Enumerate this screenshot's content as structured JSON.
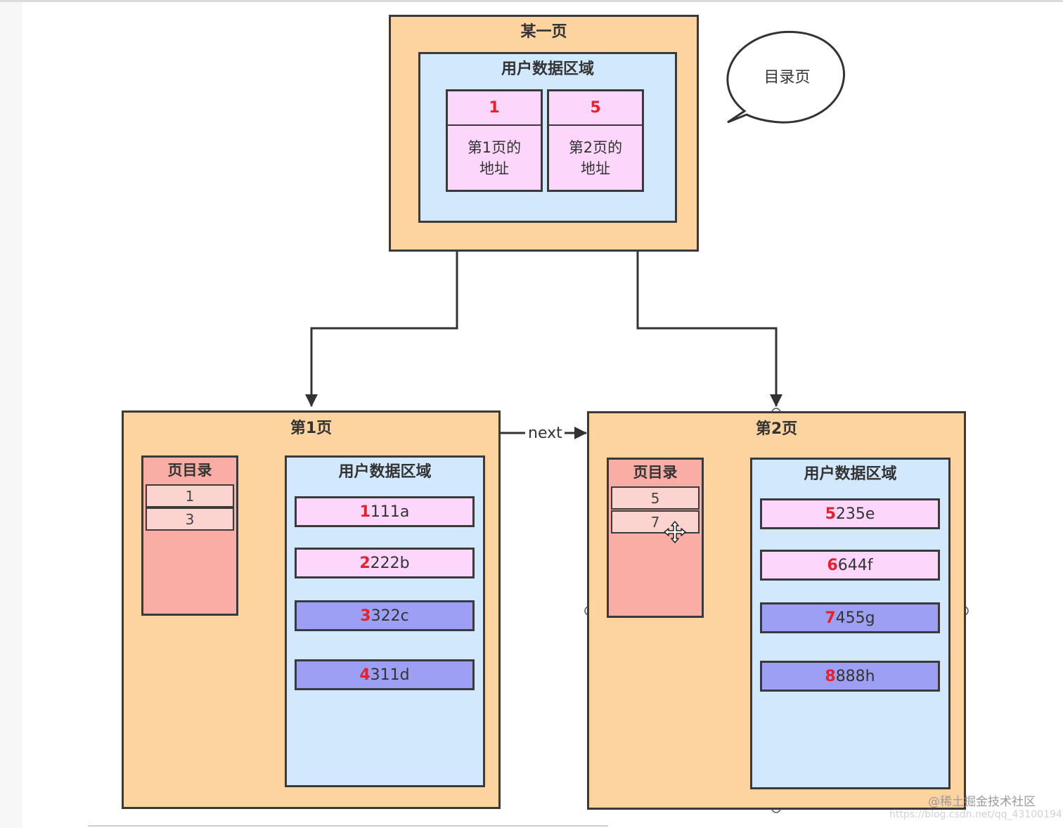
{
  "directory_page": {
    "title": "某一页",
    "region_title": "用户数据区域",
    "cells": [
      {
        "key": "1",
        "text": "第1页的\n地址"
      },
      {
        "key": "5",
        "text": "第2页的\n地址"
      }
    ]
  },
  "callout": {
    "label": "目录页"
  },
  "link": {
    "label": "next"
  },
  "page1": {
    "title": "第1页",
    "dir_title": "页目录",
    "dir_entries": [
      "1",
      "3"
    ],
    "region_title": "用户数据区域",
    "records": [
      {
        "key": "1",
        "rest": "111a"
      },
      {
        "key": "2",
        "rest": "222b"
      },
      {
        "key": "3",
        "rest": "322c"
      },
      {
        "key": "4",
        "rest": "311d"
      }
    ]
  },
  "page2": {
    "title": "第2页",
    "dir_title": "页目录",
    "dir_entries": [
      "5",
      "7"
    ],
    "region_title": "用户数据区域",
    "records": [
      {
        "key": "5",
        "rest": "235e"
      },
      {
        "key": "6",
        "rest": "644f"
      },
      {
        "key": "7",
        "rest": "455g"
      },
      {
        "key": "8",
        "rest": "888h"
      }
    ]
  },
  "watermark": {
    "line1": "@稀土掘金技术社区",
    "line2": "https://blog.csdn.net/qq_43100194"
  },
  "colors": {
    "page_bg": "#fdd3a0",
    "region_bg": "#d2e8fc",
    "directory_bg": "#f9ada4",
    "record_light": "#fdd7fb",
    "record_dark": "#9d9ff5",
    "key_red": "#e8202a"
  }
}
